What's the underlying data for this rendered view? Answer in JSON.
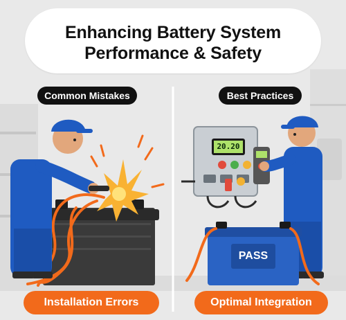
{
  "title": {
    "line1": "Enhancing Battery System",
    "line2": "Performance & Safety"
  },
  "left_panel": {
    "label": "Common Mistakes",
    "caption": "Installation Errors"
  },
  "right_panel": {
    "label": "Best Practices",
    "caption": "Optimal Integration",
    "display_value": "20.20",
    "battery_text": "PASS"
  },
  "colors": {
    "accent_orange": "#f26a1b",
    "uniform_blue": "#1f5bc1",
    "battery_blue": "#2a63c4",
    "dark_battery": "#3a3a3a"
  }
}
